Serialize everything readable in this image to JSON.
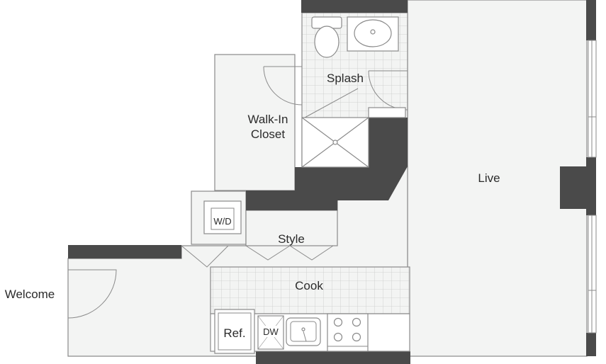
{
  "colors": {
    "wall": "#4a4a4a",
    "floor": "#f3f4f3",
    "line": "#8a8a8a",
    "tile": "#c9cac9",
    "text": "#2b2b2b"
  },
  "rooms": {
    "splash": "Splash",
    "walk_in_closet_line1": "Walk-In",
    "walk_in_closet_line2": "Closet",
    "live": "Live",
    "style": "Style",
    "cook": "Cook",
    "welcome": "Welcome"
  },
  "fixtures": {
    "washer_dryer": "W/D",
    "refrigerator": "Ref.",
    "dishwasher": "DW"
  }
}
